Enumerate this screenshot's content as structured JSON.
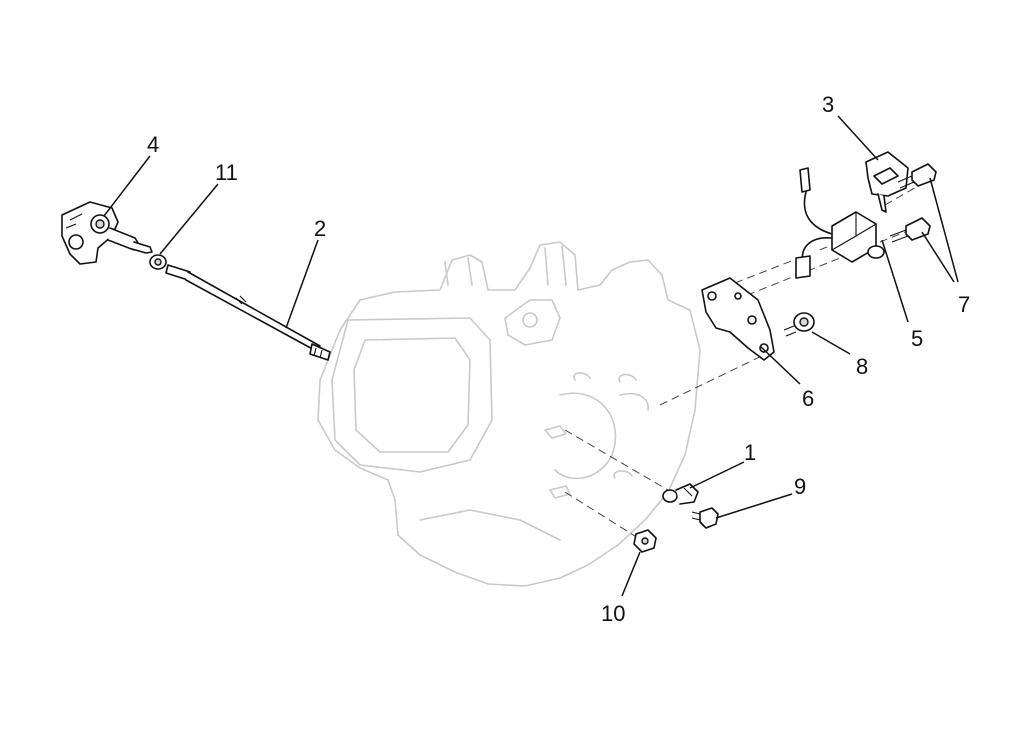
{
  "diagram": {
    "callouts": [
      {
        "id": "1",
        "label": "1"
      },
      {
        "id": "2",
        "label": "2"
      },
      {
        "id": "3",
        "label": "3"
      },
      {
        "id": "4",
        "label": "4"
      },
      {
        "id": "5",
        "label": "5"
      },
      {
        "id": "6",
        "label": "6"
      },
      {
        "id": "7",
        "label": "7"
      },
      {
        "id": "8",
        "label": "8"
      },
      {
        "id": "9",
        "label": "9"
      },
      {
        "id": "10",
        "label": "10"
      },
      {
        "id": "11",
        "label": "11"
      }
    ],
    "colors": {
      "line": "#111111",
      "engine_outline": "#c9c9c9",
      "background": "#ffffff"
    }
  }
}
